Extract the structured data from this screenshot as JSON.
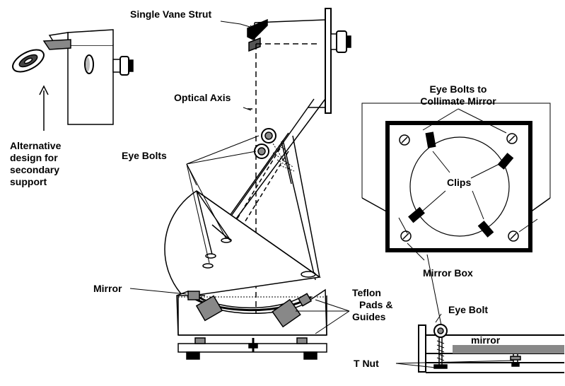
{
  "labels": {
    "single_vane_strut": "Single Vane Strut",
    "optical_axis": "Optical Axis",
    "alternative_design": [
      "Alternative",
      "design for",
      "secondary",
      "support"
    ],
    "eye_bolts": "Eye Bolts",
    "eye_bolts_collimate": [
      "Eye Bolts to",
      "Collimate Mirror"
    ],
    "clips": "Clips",
    "mirror_box": "Mirror Box",
    "mirror": "Mirror",
    "teflon": [
      "Teflon",
      "Pads &",
      "Guides"
    ],
    "eye_bolt": "Eye Bolt",
    "mirror_small": "mirror",
    "t_nut": "T Nut"
  }
}
